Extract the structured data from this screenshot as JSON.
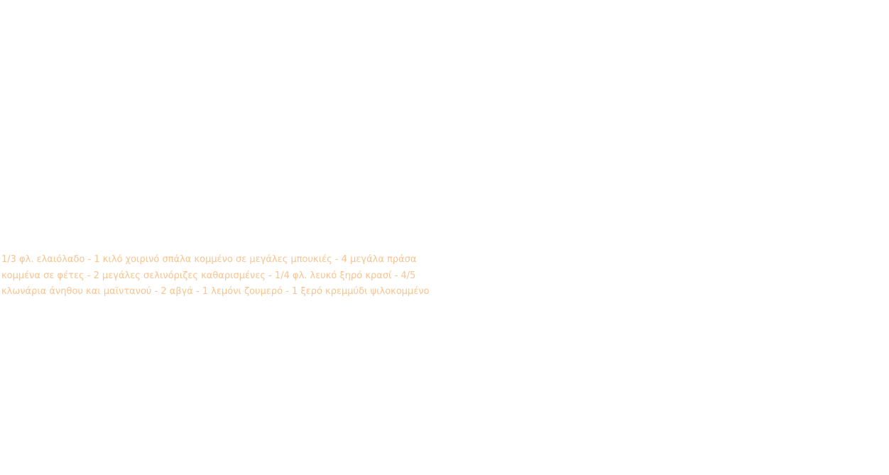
{
  "ingredients": {
    "lines": [
      "1/3 φλ. ελαιόλαδο - 1 κιλό χοιρινό σπάλα κομμένο σε μεγάλες μπουκιές - 4 μεγάλα πράσα",
      "κομμένα σε φέτες - 2 μεγάλες σελινόριζες καθαρισμένες - 1/4 φλ. λευκό ξηρό κρασί - 4/5",
      "κλωνάρια άνηθου και μαϊντανού - 2 αβγά - 1 λεμόνι ζουμερό - 1 ξερό κρεμμύδι ψιλοκομμένο"
    ],
    "text_color": "#f7c48f"
  }
}
